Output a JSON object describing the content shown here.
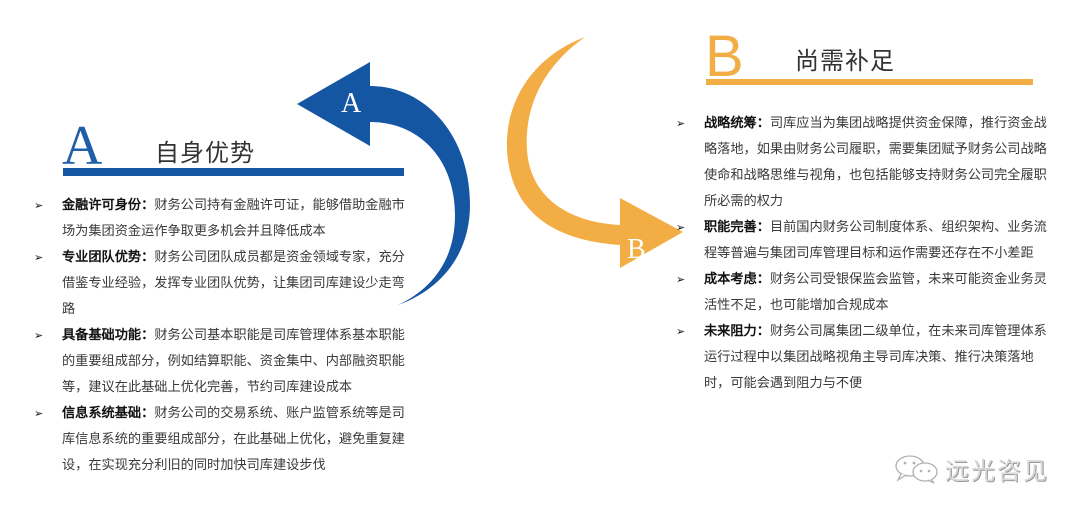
{
  "colors": {
    "primary_blue": "#1556a2",
    "accent_orange": "#f3ad45",
    "text": "#3a3a3a"
  },
  "arrows": {
    "a": {
      "letter": "A",
      "color": "#1556a2",
      "direction": "left"
    },
    "b": {
      "letter": "B",
      "color": "#f3ad45",
      "direction": "right"
    }
  },
  "section_a": {
    "letter": "A",
    "title": "自身优势",
    "items": [
      {
        "label": "金融许可身份：",
        "text": "财务公司持有金融许可证，能够借助金融市场为集团资金运作争取更多机会并且降低成本"
      },
      {
        "label": "专业团队优势：",
        "text": "财务公司团队成员都是资金领域专家，充分借鉴专业经验，发挥专业团队优势，让集团司库建设少走弯路"
      },
      {
        "label": "具备基础功能：",
        "text": "财务公司基本职能是司库管理体系基本职能的重要组成部分，例如结算职能、资金集中、内部融资职能等，建议在此基础上优化完善，节约司库建设成本"
      },
      {
        "label": "信息系统基础：",
        "text": "财务公司的交易系统、账户监管系统等是司库信息系统的重要组成部分，在此基础上优化，避免重复建设，在实现充分利旧的同时加快司库建设步伐"
      }
    ]
  },
  "section_b": {
    "letter": "B",
    "title": "尚需补足",
    "items": [
      {
        "label": "战略统筹：",
        "text": "司库应当为集团战略提供资金保障，推行资金战略落地，如果由财务公司履职，需要集团赋予财务公司战略使命和战略思维与视角，也包括能够支持财务公司完全履职所必需的权力"
      },
      {
        "label": "职能完善：",
        "text": "目前国内财务公司制度体系、组织架构、业务流程等普遍与集团司库管理目标和运作需要还存在不小差距"
      },
      {
        "label": "成本考虑：",
        "text": "财务公司受银保监会监管，未来可能资金业务灵活性不足，也可能增加合规成本"
      },
      {
        "label": "未来阻力：",
        "text": "财务公司属集团二级单位，在未来司库管理体系运行过程中以集团战略视角主导司库决策、推行决策落地时，可能会遇到阻力与不便"
      }
    ]
  },
  "bullet_glyph": "➢",
  "watermark": {
    "icon": "wechat-icon",
    "text": "远光咨见"
  }
}
